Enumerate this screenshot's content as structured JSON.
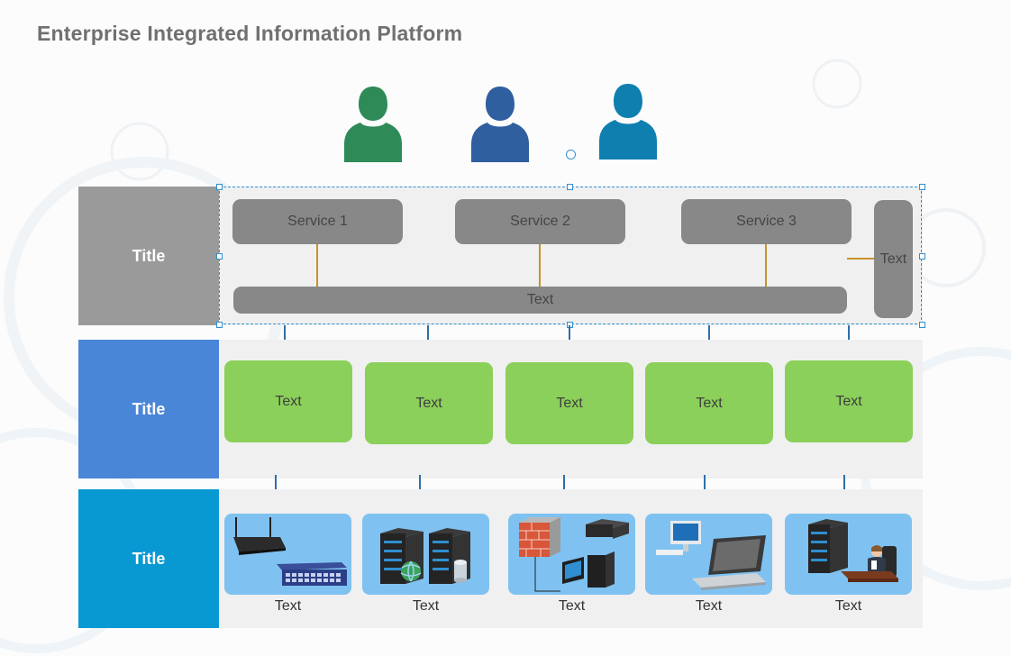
{
  "page": {
    "title": "Enterprise Integrated Information Platform"
  },
  "colors": {
    "user_green": "#2e8b57",
    "user_navy": "#2f5f9f",
    "user_teal": "#0f7fb0",
    "title_grey": "#9a9a9a",
    "title_blue": "#4a86d8",
    "title_cyan": "#0899d3",
    "service_grey": "#888888",
    "green_box": "#8bd05a",
    "device_box": "#7fc2f1",
    "connector_gold": "#c8922c",
    "connector_blue": "#2f6fa8"
  },
  "users": [
    {
      "icon": "user-icon",
      "color": "#2e8b57"
    },
    {
      "icon": "user-icon",
      "color": "#2f5f9f"
    },
    {
      "icon": "user-icon",
      "color": "#0f7fb0"
    }
  ],
  "row1": {
    "title": "Title",
    "services": [
      "Service 1",
      "Service 2",
      "Service 3"
    ],
    "bus_label": "Text",
    "side_label": "Text"
  },
  "row2": {
    "title": "Title",
    "boxes": [
      "Text",
      "Text",
      "Text",
      "Text",
      "Text"
    ]
  },
  "row3": {
    "title": "Title",
    "devices": [
      {
        "icon": "router-switch-icon",
        "label": "Text"
      },
      {
        "icon": "server-globe-icon",
        "label": "Text"
      },
      {
        "icon": "firewall-pc-icon",
        "label": "Text"
      },
      {
        "icon": "desktop-laptop-icon",
        "label": "Text"
      },
      {
        "icon": "server-user-icon",
        "label": "Text"
      }
    ]
  }
}
